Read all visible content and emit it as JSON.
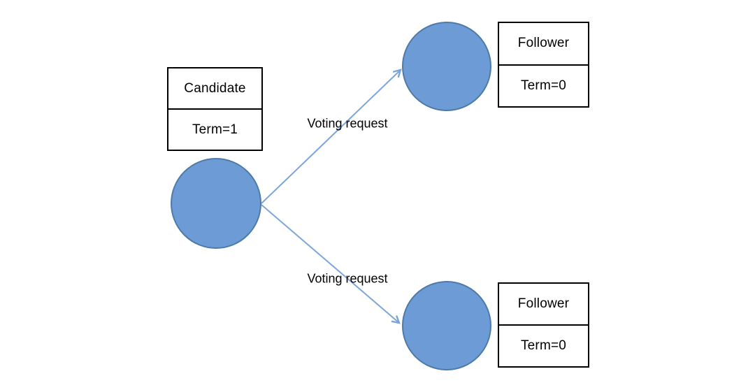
{
  "diagram": {
    "title": "raft-voting-request-diagram",
    "nodes": {
      "candidate": {
        "role": "Candidate",
        "term": "Term=1"
      },
      "follower_top": {
        "role": "Follower",
        "term": "Term=0"
      },
      "follower_bottom": {
        "role": "Follower",
        "term": "Term=0"
      }
    },
    "edges": {
      "top": {
        "label": "Voting request"
      },
      "bottom": {
        "label": "Voting request"
      }
    },
    "colors": {
      "node_fill": "#6C9BD5",
      "node_border": "#4E7AA8",
      "arrow": "#7CA5DC",
      "box_border": "#000000",
      "text": "#000000",
      "background": "#FFFFFF"
    }
  }
}
